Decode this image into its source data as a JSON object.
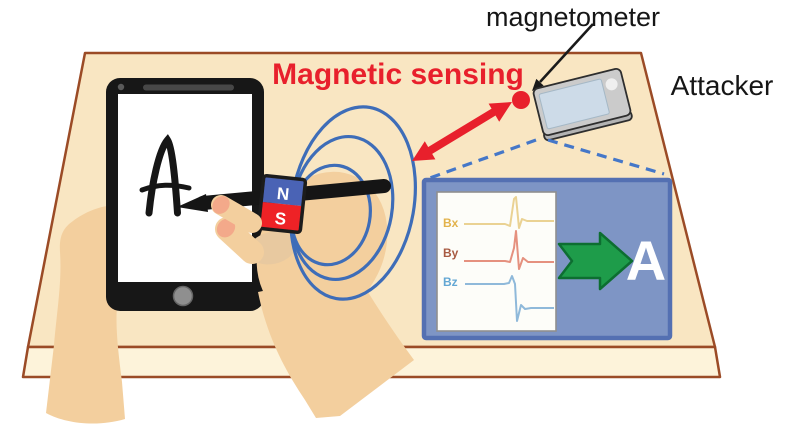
{
  "figure": {
    "description": "Diagram of a magnetic-sensing side-channel attack: a user handwrites on a tablet with a magnet-equipped stylus while an attacker smartphone's magnetometer records Bx/By/Bz field signals and reconstructs the letter",
    "written_letter": "A"
  },
  "labels": {
    "magnetometer": "magnetometer",
    "attacker": "Attacker",
    "magnetic_sensing": "Magnetic sensing",
    "magnet_north": "N",
    "magnet_south": "S",
    "recognized_letter": "A"
  },
  "inset": {
    "type": "line",
    "signals": [
      {
        "label": "Bx",
        "label_color": "#e2b24b",
        "trace_color": "#ead293",
        "waveform": [
          [
            0.0,
            0.0
          ],
          [
            0.42,
            0.0
          ],
          [
            0.47,
            -0.05
          ],
          [
            0.52,
            1.0
          ],
          [
            0.56,
            -0.15
          ],
          [
            0.62,
            0.1
          ],
          [
            1.0,
            0.1
          ]
        ]
      },
      {
        "label": "By",
        "label_color": "#a85a42",
        "trace_color": "#e5917f",
        "waveform": [
          [
            0.0,
            0.0
          ],
          [
            0.42,
            0.0
          ],
          [
            0.52,
            0.8
          ],
          [
            0.56,
            -0.25
          ],
          [
            0.63,
            0.0
          ],
          [
            1.0,
            0.0
          ]
        ]
      },
      {
        "label": "Bz",
        "label_color": "#63a7d4",
        "trace_color": "#8fb9da",
        "waveform": [
          [
            0.0,
            0.0
          ],
          [
            0.4,
            0.0
          ],
          [
            0.48,
            0.2
          ],
          [
            0.55,
            -1.0
          ],
          [
            0.6,
            -0.55
          ],
          [
            0.66,
            -0.65
          ],
          [
            1.0,
            -0.65
          ]
        ]
      }
    ],
    "legend_position": "left",
    "grid": false,
    "axes_labeled": false
  },
  "colors": {
    "alert_red": "#e8202c",
    "field_blue": "#3e6db8",
    "dash_blue": "#4577c8",
    "panel_blue": "#7e95c5",
    "panel_border": "#5470b2",
    "magnet_north_blue": "#4a63b5",
    "magnet_south_red": "#ee2226",
    "result_arrow_green": "#1e9c4a",
    "table_top": "#f9e6c2",
    "table_front": "#fdf3da",
    "table_border": "#9b4b26",
    "skin": "#f3cf9e",
    "nail_pink": "#f3a98a",
    "phone_gray": "#cbcbcb",
    "phone_screen": "#cddbe8"
  }
}
